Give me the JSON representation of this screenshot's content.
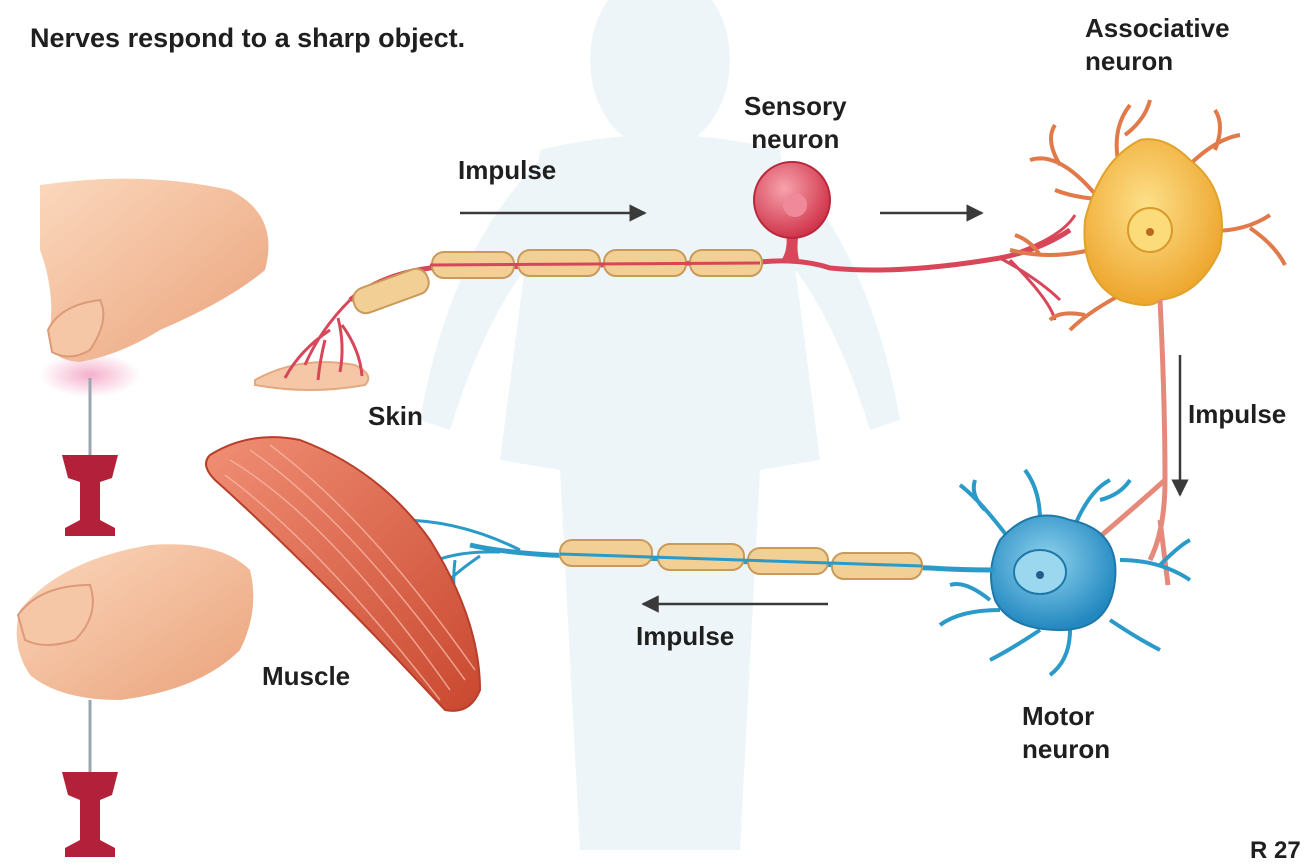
{
  "title": "Nerves respond to a sharp object.",
  "labels": {
    "impulse_top": "Impulse",
    "sensory_neuron": "Sensory\nneuron",
    "associative_neuron": "Associative\nneuron",
    "impulse_right": "Impulse",
    "skin": "Skin",
    "impulse_bottom": "Impulse",
    "muscle": "Muscle",
    "motor_neuron": "Motor\nneuron",
    "page_number": "R 27"
  },
  "colors": {
    "skin": "#f3c09a",
    "sensory": "#e0505f",
    "associative": "#f2b63a",
    "motor": "#2a9ac9",
    "myelin": "#f2cf95",
    "muscle": "#d9634a",
    "pin": "#b3203a"
  }
}
